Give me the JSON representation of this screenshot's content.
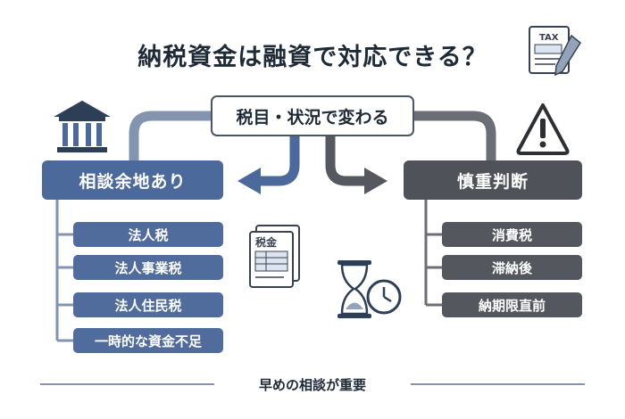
{
  "title": "納税資金は融資で対応できる？",
  "center_label": "税目・状況で変わる",
  "left": {
    "heading": "相談余地あり",
    "items": [
      "法人税",
      "法人事業税",
      "法人住民税",
      "一時的な資金不足"
    ]
  },
  "right": {
    "heading": "慎重判断",
    "items": [
      "消費税",
      "滞納後",
      "納期限直前"
    ]
  },
  "icons": {
    "tax_form": "tax-document-pencil-icon",
    "bank": "bank-building-icon",
    "warning": "warning-triangle-icon",
    "tax_document": "tax-documents-icon",
    "hourglass": "hourglass-clock-icon"
  },
  "tax_form_label": "TAX",
  "tax_doc_label": "税金",
  "footer": "早めの相談が重要",
  "colors": {
    "left_blue": "#4b6a9b",
    "right_gray": "#4f5258",
    "line": "#8395ae"
  }
}
